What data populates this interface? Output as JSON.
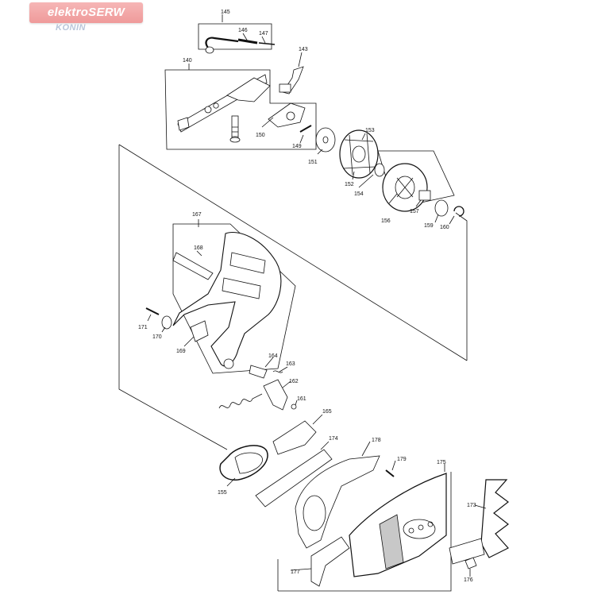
{
  "logo": {
    "brand": "elektroSERW",
    "city": "KONIN"
  },
  "callouts": [
    "145",
    "146",
    "147",
    "143",
    "140",
    "150",
    "149",
    "151",
    "153",
    "152",
    "154",
    "156",
    "157",
    "159",
    "160",
    "167",
    "168",
    "171",
    "170",
    "169",
    "164",
    "163",
    "162",
    "161",
    "165",
    "174",
    "178",
    "179",
    "175",
    "155",
    "173",
    "177",
    "176"
  ],
  "colors": {
    "ink": "#111111",
    "part_fill": "#ffffff",
    "shade": "#c8c8c8",
    "logo": "#ef9a9a"
  }
}
